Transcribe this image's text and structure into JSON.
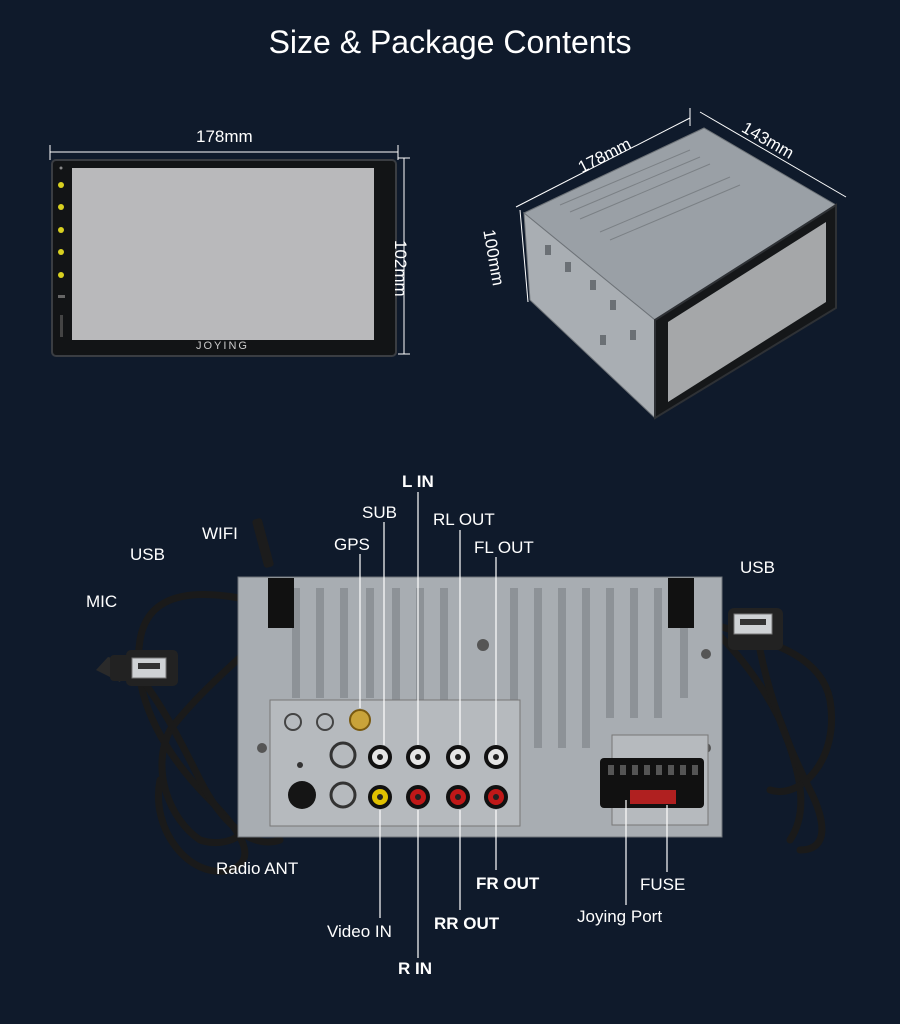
{
  "title": "Size & Package Contents",
  "front": {
    "width_label": "178mm",
    "height_label": "102mm",
    "brand": "JOYING"
  },
  "box": {
    "width_label": "178mm",
    "depth_label": "143mm",
    "height_label": "100mm"
  },
  "ports": {
    "l_in": "L IN",
    "sub": "SUB",
    "rl_out": "RL OUT",
    "wifi": "WIFI",
    "gps": "GPS",
    "fl_out": "FL OUT",
    "usb_left": "USB",
    "usb_right": "USB",
    "mic": "MIC",
    "radio_ant": "Radio ANT",
    "fr_out": "FR OUT",
    "fuse": "FUSE",
    "joying_port": "Joying Port",
    "video_in": "Video IN",
    "rr_out": "RR OUT",
    "r_in": "R IN"
  },
  "colors": {
    "background": "#0f1a2b",
    "unit_silver": "#a8adb2",
    "rca_red": "#c01818",
    "rca_yellow": "#e0c000",
    "icon_yellow": "#d8d020",
    "cable": "#1a1a1a"
  }
}
